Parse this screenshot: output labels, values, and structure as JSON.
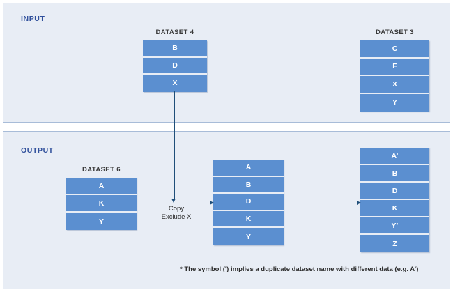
{
  "diagram": {
    "sections": [
      {
        "id": "input",
        "label": "INPUT"
      },
      {
        "id": "output",
        "label": "OUTPUT"
      }
    ],
    "stacks": [
      {
        "id": "dataset4",
        "title": "DATASET 4",
        "section": "input",
        "cells": [
          "B",
          "D",
          "X"
        ]
      },
      {
        "id": "dataset3",
        "title": "DATASET 3",
        "section": "input",
        "cells": [
          "C",
          "F",
          "X",
          "Y"
        ]
      },
      {
        "id": "dataset6",
        "title": "DATASET 6",
        "section": "output",
        "cells": [
          "A",
          "K",
          "Y"
        ]
      },
      {
        "id": "merged",
        "title": "",
        "section": "output",
        "cells": [
          "A",
          "B",
          "D",
          "K",
          "Y"
        ]
      },
      {
        "id": "result",
        "title": "",
        "section": "output",
        "cells": [
          "A’",
          "B",
          "D",
          "K",
          "Y’",
          "Z"
        ]
      }
    ],
    "connectors": [
      {
        "id": "copy-exclude",
        "line1": "Copy",
        "line2": "Exclude X"
      }
    ],
    "footnote": "* The symbol (') implies a duplicate dataset name with different data (e.g. A’)",
    "colors": {
      "panel_background": "#e8edf5",
      "panel_border": "#a8bcd8",
      "cell_fill": "#5b8fd0",
      "cell_text": "#ffffff",
      "section_label": "#2f4f9b",
      "connector": "#1f4e79",
      "title_text": "#3a3a3a"
    }
  }
}
